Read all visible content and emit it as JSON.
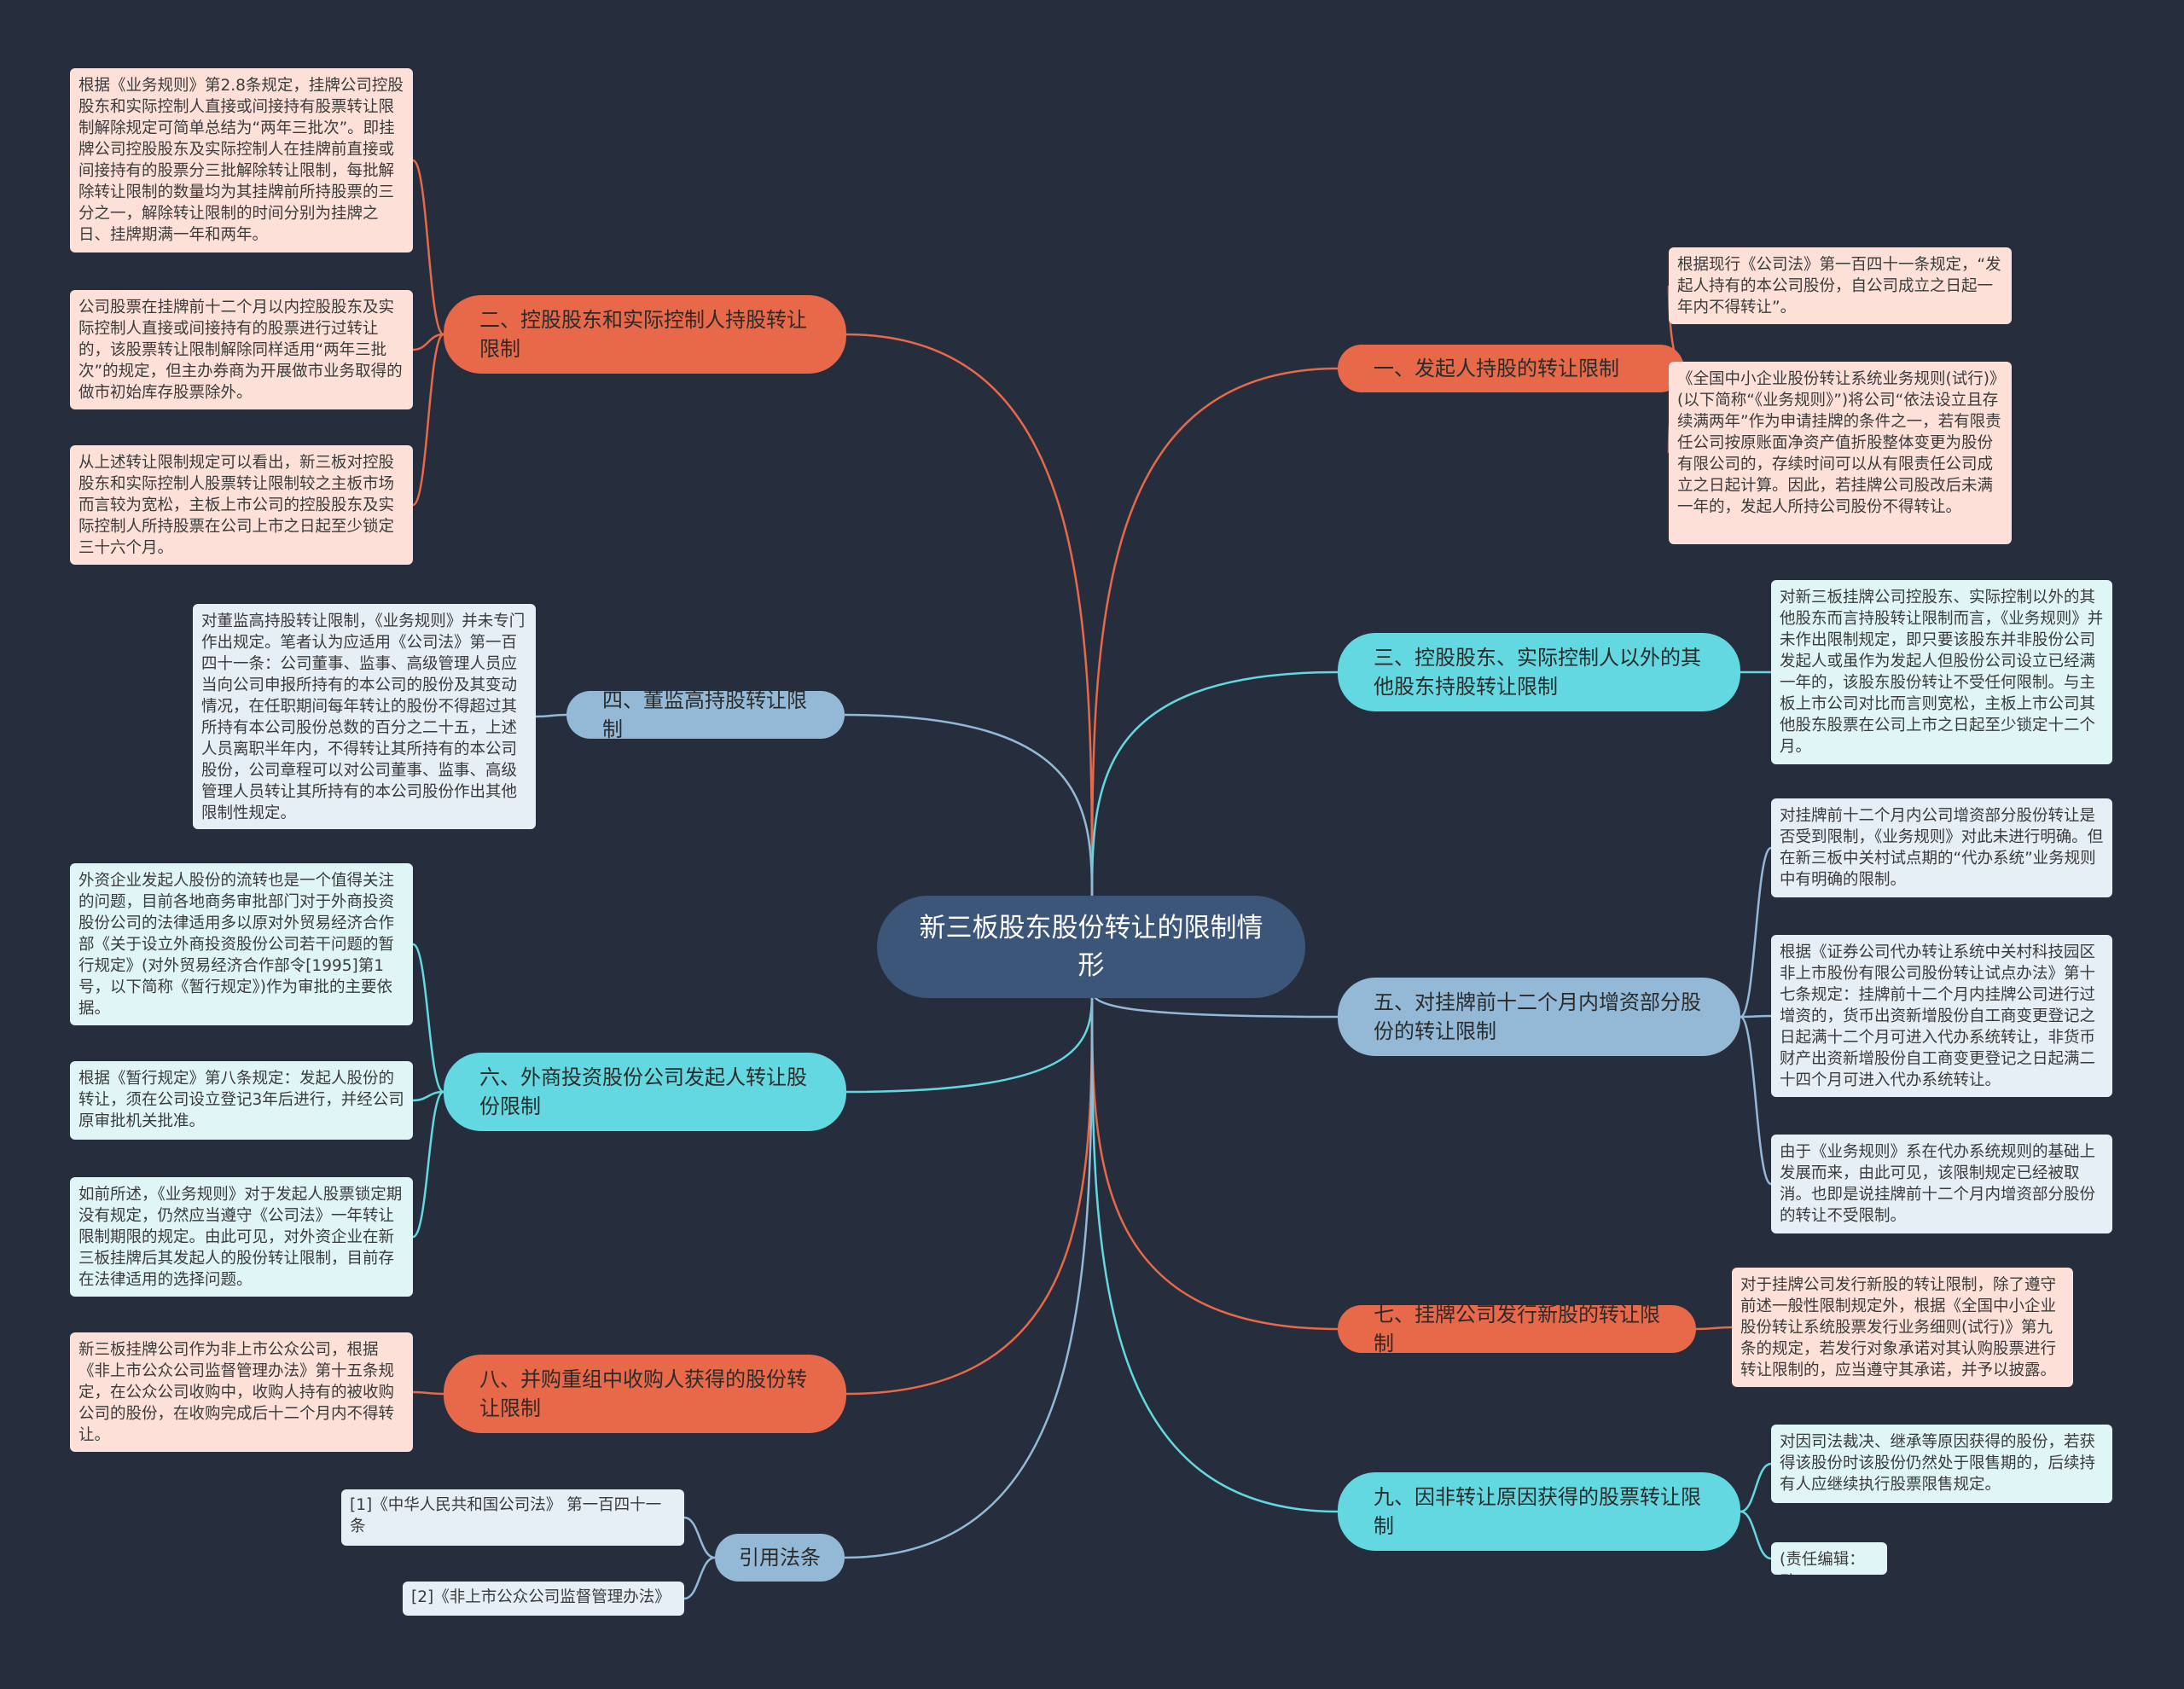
{
  "colors": {
    "background": "#262e3d",
    "root": "#3c5679",
    "red_branch": "#e8684a",
    "cyan_branch": "#63d8e0",
    "blue_branch": "#93b9d6",
    "red_leaf": "#fde1d8",
    "cyan_leaf": "#dff5f6",
    "blue_leaf": "#e6eef6"
  },
  "root": {
    "text": "新三板股东股份转让的限制情形"
  },
  "branches": {
    "b1": {
      "text": "一、发起人持股的转让限制"
    },
    "b2": {
      "text": "二、控股股东和实际控制人持股转让限制"
    },
    "b3": {
      "text": "三、控股股东、实际控制人以外的其他股东持股转让限制"
    },
    "b4": {
      "text": "四、董监高持股转让限制"
    },
    "b5": {
      "text": "五、对挂牌前十二个月内增资部分股份的转让限制"
    },
    "b6": {
      "text": "六、外商投资股份公司发起人转让股份限制"
    },
    "b7": {
      "text": "七、挂牌公司发行新股的转让限制"
    },
    "b8": {
      "text": "八、并购重组中收购人获得的股份转让限制"
    },
    "b9": {
      "text": "九、因非转让原因获得的股票转让限制"
    },
    "b10": {
      "text": "引用法条"
    }
  },
  "leaves": {
    "b1_1": "根据现行《公司法》第一百四十一条规定，“发起人持有的本公司股份，自公司成立之日起一年内不得转让”。",
    "b1_2": "《全国中小企业股份转让系统业务规则(试行)》(以下简称“《业务规则》”)将公司“依法设立且存续满两年”作为申请挂牌的条件之一，若有限责任公司按原账面净资产值折股整体变更为股份有限公司的，存续时间可以从有限责任公司成立之日起计算。因此，若挂牌公司股改后未满一年的，发起人所持公司股份不得转让。",
    "b2_1": "根据《业务规则》第2.8条规定，挂牌公司控股股东和实际控制人直接或间接持有股票转让限制解除规定可简单总结为“两年三批次”。即挂牌公司控股股东及实际控制人在挂牌前直接或间接持有的股票分三批解除转让限制，每批解除转让限制的数量均为其挂牌前所持股票的三分之一，解除转让限制的时间分别为挂牌之日、挂牌期满一年和两年。",
    "b2_2": "公司股票在挂牌前十二个月以内控股股东及实际控制人直接或间接持有的股票进行过转让的，该股票转让限制解除同样适用“两年三批次”的规定，但主办券商为开展做市业务取得的做市初始库存股票除外。",
    "b2_3": "从上述转让限制规定可以看出，新三板对控股股东和实际控制人股票转让限制较之主板市场而言较为宽松，主板上市公司的控股股东及实际控制人所持股票在公司上市之日起至少锁定三十六个月。",
    "b3_1": "对新三板挂牌公司控股东、实际控制以外的其他股东而言持股转让限制而言，《业务规则》并未作出限制规定，即只要该股东并非股份公司发起人或虽作为发起人但股份公司设立已经满一年的，该股东股份转让不受任何限制。与主板上市公司对比而言则宽松，主板上市公司其他股东股票在公司上市之日起至少锁定十二个月。",
    "b4_1": "对董监高持股转让限制，《业务规则》并未专门作出规定。笔者认为应适用《公司法》第一百四十一条：公司董事、监事、高级管理人员应当向公司申报所持有的本公司的股份及其变动情况，在任职期间每年转让的股份不得超过其所持有本公司股份总数的百分之二十五，上述人员离职半年内，不得转让其所持有的本公司股份，公司章程可以对公司董事、监事、高级管理人员转让其所持有的本公司股份作出其他限制性规定。",
    "b5_1": "对挂牌前十二个月内公司增资部分股份转让是否受到限制，《业务规则》对此未进行明确。但在新三板中关村试点期的“代办系统”业务规则中有明确的限制。",
    "b5_2": "根据《证券公司代办转让系统中关村科技园区非上市股份有限公司股份转让试点办法》第十七条规定：挂牌前十二个月内挂牌公司进行过增资的，货币出资新增股份自工商变更登记之日起满十二个月可进入代办系统转让，非货币财产出资新增股份自工商变更登记之日起满二十四个月可进入代办系统转让。",
    "b5_3": "由于《业务规则》系在代办系统规则的基础上发展而来，由此可见，该限制规定已经被取消。也即是说挂牌前十二个月内增资部分股份的转让不受限制。",
    "b6_1": "外资企业发起人股份的流转也是一个值得关注的问题，目前各地商务审批部门对于外商投资股份公司的法律适用多以原对外贸易经济合作部《关于设立外商投资股份公司若干问题的暂行规定》(对外贸易经济合作部令[1995]第1号，以下简称《暂行规定》)作为审批的主要依据。",
    "b6_2": "根据《暂行规定》第八条规定：发起人股份的转让，须在公司设立登记3年后进行，并经公司原审批机关批准。",
    "b6_3": "如前所述，《业务规则》对于发起人股票锁定期没有规定，仍然应当遵守《公司法》一年转让限制期限的规定。由此可见，对外资企业在新三板挂牌后其发起人的股份转让限制，目前存在法律适用的选择问题。",
    "b7_1": "对于挂牌公司发行新股的转让限制，除了遵守前述一般性限制规定外，根据《全国中小企业股份转让系统股票发行业务细则(试行)》第九条的规定，若发行对象承诺对其认购股票进行转让限制的，应当遵守其承诺，并予以披露。",
    "b8_1": "新三板挂牌公司作为非上市公众公司，根据《非上市公众公司监督管理办法》第十五条规定，在公众公司收购中，收购人持有的被收购公司的股份，在收购完成后十二个月内不得转让。",
    "b9_1": "对因司法裁决、继承等原因获得的股份，若获得该股份时该股份仍然处于限售期的，后续持有人应继续执行股票限售规定。",
    "b9_2": "(责任编辑：F)",
    "b10_1": "[1]《中华人民共和国公司法》 第一百四十一条",
    "b10_2": "[2]《非上市公众公司监督管理办法》"
  }
}
